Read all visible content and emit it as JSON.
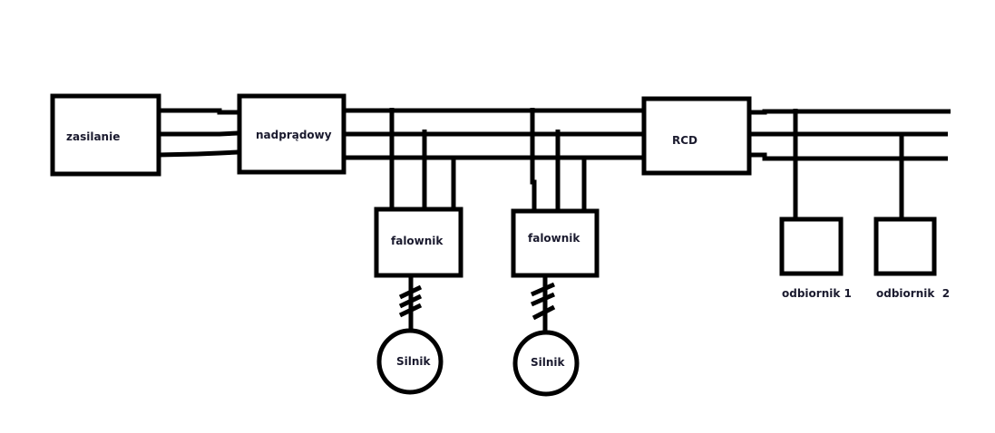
{
  "diagram": {
    "type": "electrical-block-diagram",
    "nodes": {
      "supply": {
        "label": "zasilanie"
      },
      "overcurrent": {
        "label": "nadprądowy"
      },
      "rcd": {
        "label": "RCD"
      },
      "inverter_1": {
        "label": "falownik"
      },
      "inverter_2": {
        "label": "falownik"
      },
      "motor_1": {
        "label": "Silnik"
      },
      "motor_2": {
        "label": "Silnik"
      },
      "load_1": {
        "label": "odbiornik 1"
      },
      "load_2": {
        "label": "odbiornik  2"
      }
    },
    "connections": [
      {
        "from": "supply",
        "to": "overcurrent",
        "conductors": 3
      },
      {
        "from": "overcurrent",
        "to": "rcd",
        "conductors": 3
      },
      {
        "from": "overcurrent-bus",
        "to": "inverter_1",
        "conductors": 3
      },
      {
        "from": "overcurrent-bus",
        "to": "inverter_2",
        "conductors": 3
      },
      {
        "from": "inverter_1",
        "to": "motor_1",
        "conductors": 3,
        "symbol": "three-phase-slashes"
      },
      {
        "from": "inverter_2",
        "to": "motor_2",
        "conductors": 3,
        "symbol": "three-phase-slashes"
      },
      {
        "from": "rcd-bus",
        "to": "load_1",
        "conductors": 1,
        "phase": 1
      },
      {
        "from": "rcd-bus",
        "to": "load_2",
        "conductors": 1,
        "phase": 2
      }
    ]
  }
}
